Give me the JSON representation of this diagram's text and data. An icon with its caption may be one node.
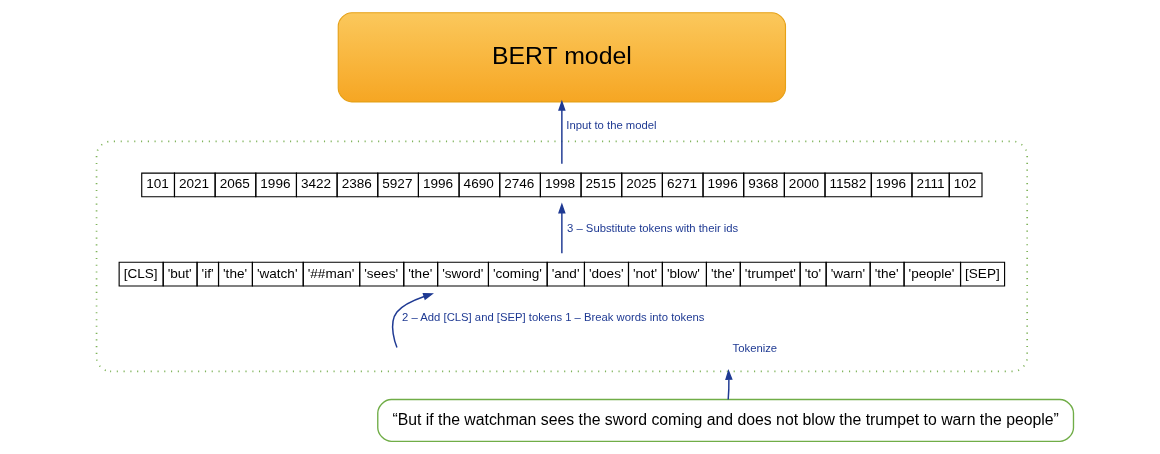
{
  "diagram": {
    "nodes": [
      {
        "text": [
          "BERT model"
        ]
      },
      {
        "text": [],
        "shape": "box"
      },
      {
        "text": [
          "101",
          "2021",
          "2065",
          "1996",
          "3422",
          "2386",
          "5927",
          "1996",
          "4690",
          "2746",
          "1998",
          "2515",
          "2025",
          "6271",
          "1996",
          "9368",
          "2000",
          "11582",
          "1996",
          "2111",
          "102"
        ],
        "in": 1
      },
      {
        "text": [
          "[CLS]",
          "'but'",
          "'if'",
          "'the'",
          "'watch'",
          "'##man'",
          "'sees'",
          "'the'",
          "'sword'",
          "'coming'",
          "'and'",
          "'does'",
          "'not'",
          "'blow'",
          "'the'",
          "'trumpet'",
          "'to'",
          "'warn'",
          "'the'",
          "'people'",
          "[SEP]"
        ],
        "in": 1
      },
      {
        "text": [
          "“But if the watchman sees the sword coming and does not blow the trumpet to warn the people”"
        ]
      }
    ],
    "edges": [
      {
        "from": 4,
        "to": 1,
        "arrow": "to",
        "label": "Tokenize"
      },
      {
        "from": null,
        "to": 3,
        "arrow": "to",
        "label": "2 – Add [CLS] and [SEP] tokens 1 – Break words into tokens"
      },
      {
        "from": 3,
        "to": 2,
        "arrow": "to",
        "label": "3 – Substitute tokens with their ids"
      },
      {
        "from": 2,
        "to": 0,
        "arrow": "to",
        "label": "Input to the model"
      }
    ]
  }
}
